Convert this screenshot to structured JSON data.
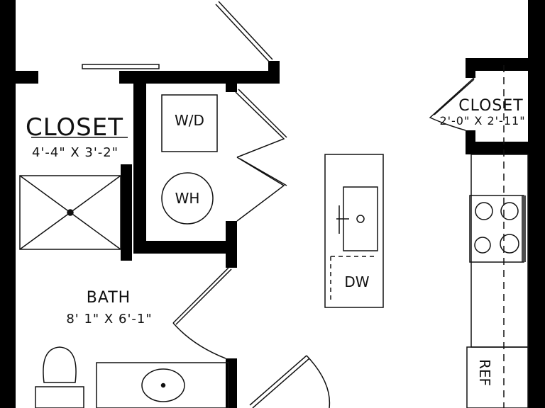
{
  "rooms": {
    "closet_left": {
      "title": "CLOSET",
      "dims": "4'-4\" X 3'-2\""
    },
    "closet_right": {
      "title": "CLOSET",
      "dims": "2'-0\" X 2'-11\""
    },
    "bath": {
      "title": "BATH",
      "dims": "8' 1\" X 6'-1\""
    }
  },
  "fixtures": {
    "washer_dryer": "W/D",
    "water_heater": "WH",
    "dishwasher": "DW",
    "refrigerator": "REF"
  },
  "colors": {
    "wall": "#000000",
    "line": "#111111",
    "background": "#ffffff"
  }
}
